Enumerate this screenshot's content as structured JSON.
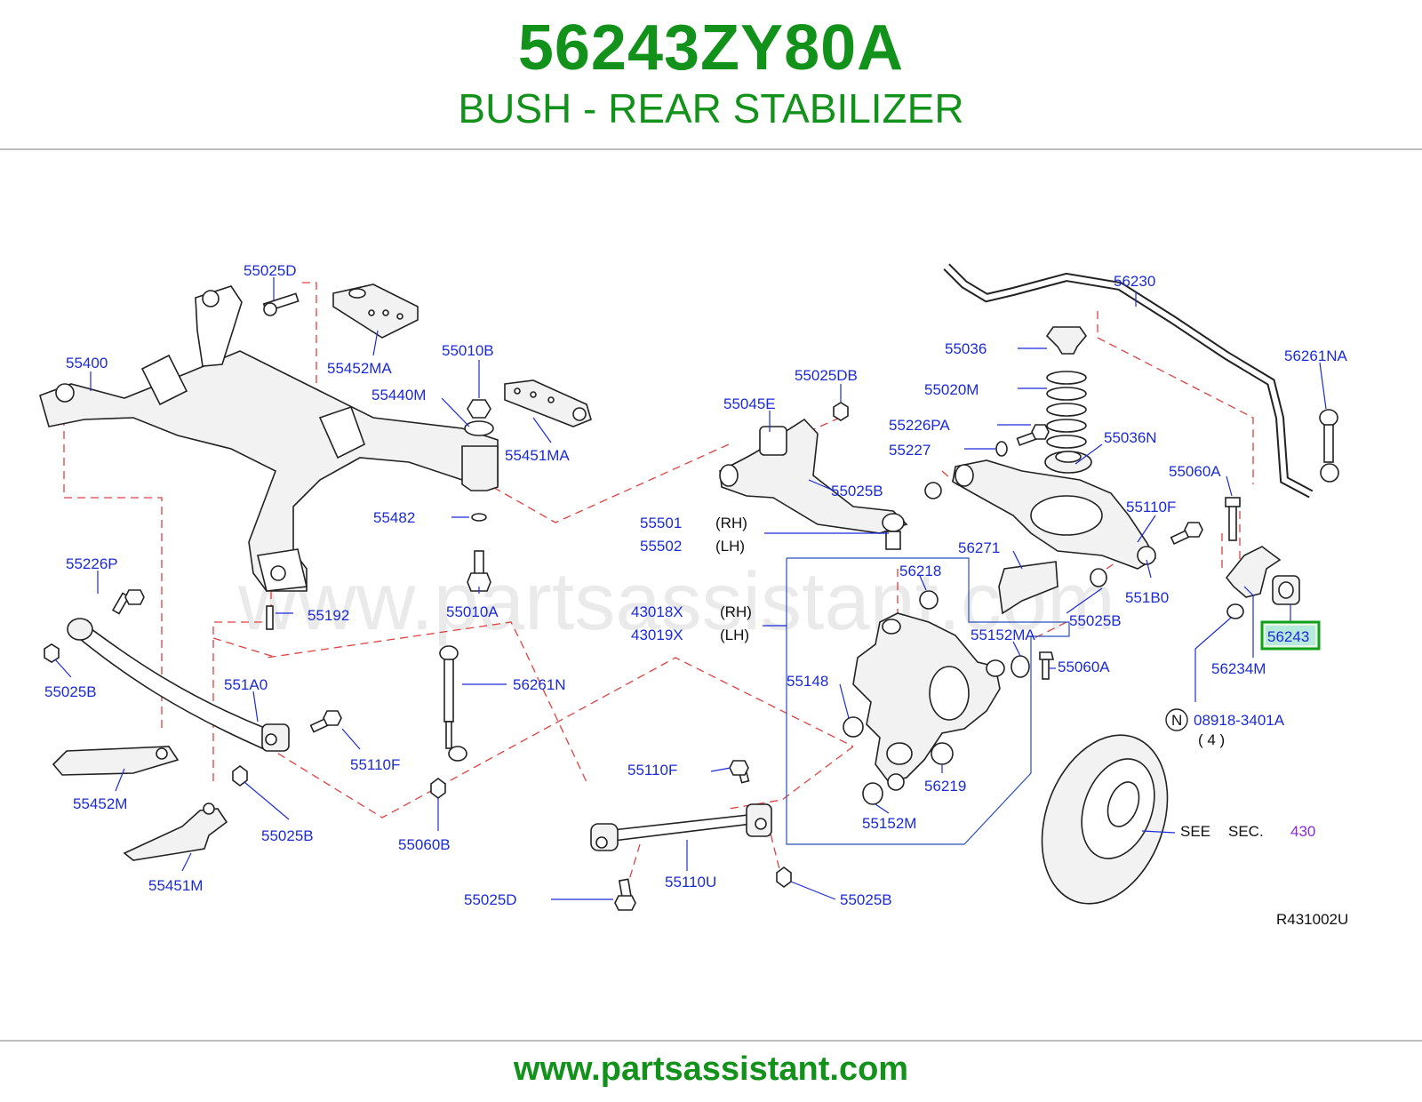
{
  "header": {
    "part_number": "56243ZY80A",
    "part_name": "BUSH - REAR STABILIZER"
  },
  "diagram": {
    "watermark": "www.partsassistant.com",
    "highlighted": "56243",
    "labels": {
      "l55025D_top": "55025D",
      "l55400": "55400",
      "l55452MA": "55452MA",
      "l55010B": "55010B",
      "l55440M": "55440M",
      "l55451MA": "55451MA",
      "l55482": "55482",
      "l55226P": "55226P",
      "l55192": "55192",
      "l55010A": "55010A",
      "l55025B_left": "55025B",
      "l551A0": "551A0",
      "l55110F_left": "55110F",
      "l55452M": "55452M",
      "l55025B_mid": "55025B",
      "l55451M": "55451M",
      "l56261N": "56261N",
      "l55060B": "55060B",
      "l55025DB": "55025DB",
      "l55045E": "55045E",
      "l55025B_arm": "55025B",
      "l55501": "55501",
      "l55502": "55502",
      "l43018X": "43018X",
      "l43019X": "43019X",
      "rh1": "(RH)",
      "lh1": "(LH)",
      "rh2": "(RH)",
      "lh2": "(LH)",
      "l55110F_bottom": "55110F",
      "l55110U": "55110U",
      "l55025D_bottom": "55025D",
      "l55025B_bottom": "55025B",
      "l56230": "56230",
      "l55036": "55036",
      "l55020M": "55020M",
      "l55226PA": "55226PA",
      "l55227": "55227",
      "l55036N": "55036N",
      "l56261NA": "56261NA",
      "l55060A_top": "55060A",
      "l55110F_right": "55110F",
      "l56271": "56271",
      "l56218": "56218",
      "l551B0": "551B0",
      "l55025B_right": "55025B",
      "l55152MA": "55152MA",
      "l55060A_mid": "55060A",
      "l55148": "55148",
      "l56219": "56219",
      "l55152M": "55152M",
      "l56243": "56243",
      "l56234M": "56234M",
      "circle_n": "N",
      "l08918": "08918-3401A",
      "qty": "( 4 )",
      "see": "SEE",
      "sec": "SEC.",
      "sec_num": "430",
      "ref_code": "R431002U"
    }
  },
  "footer": {
    "url": "www.partsassistant.com"
  },
  "colors": {
    "brand_green": "#12921a",
    "label_blue": "#1b2bd6",
    "leader_red": "#e04040",
    "highlight_box": "#12a01a",
    "section_purple": "#8a2bd8"
  }
}
